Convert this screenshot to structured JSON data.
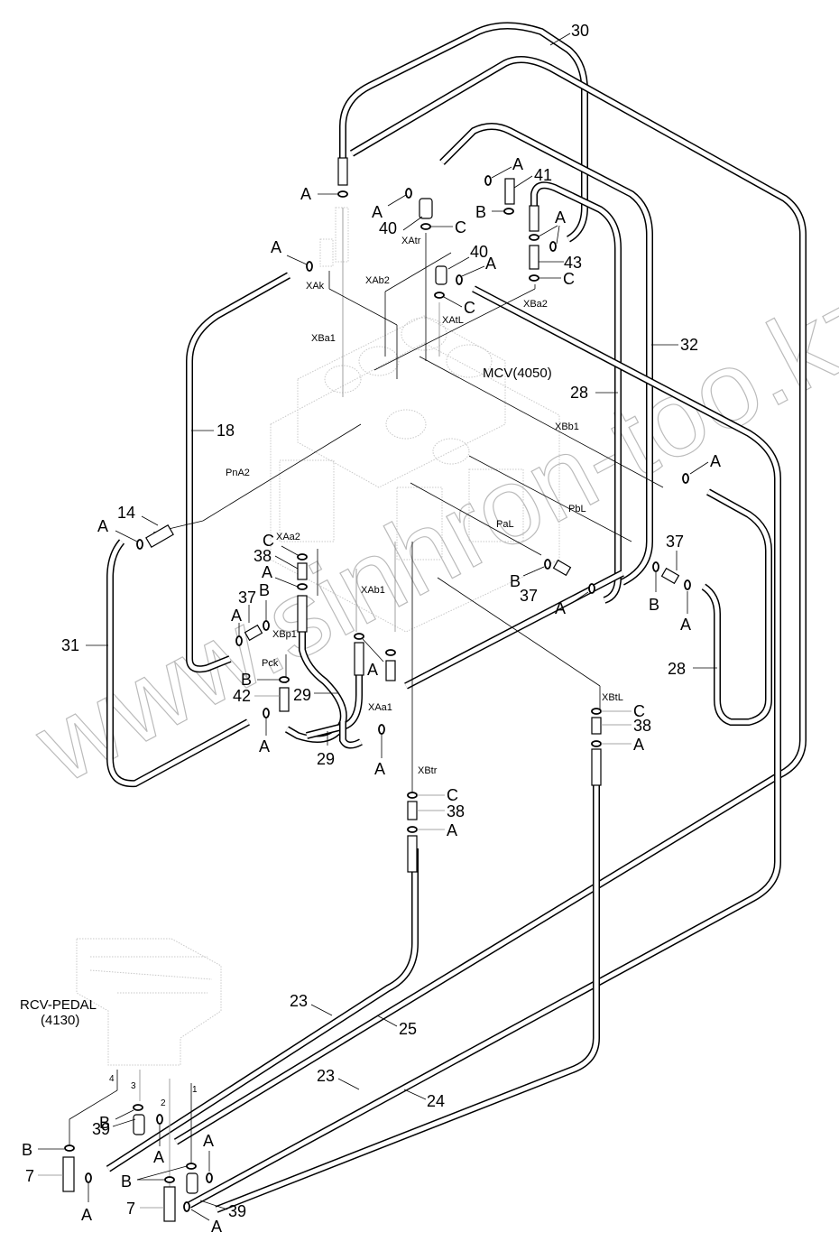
{
  "diagram": {
    "title": "Pilot hose routing — MCV / RCV-Pedal",
    "components": {
      "mcv": {
        "label": "MCV(4050)"
      },
      "rcv_pedal": {
        "label_line1": "RCV-PEDAL",
        "label_line2": "(4130)"
      }
    },
    "watermark": "www.sinhron-too.kz",
    "part_callouts": [
      {
        "id": "c30",
        "text": "30"
      },
      {
        "id": "c41",
        "text": "41"
      },
      {
        "id": "c40a",
        "text": "40"
      },
      {
        "id": "c40b",
        "text": "40"
      },
      {
        "id": "c43",
        "text": "43"
      },
      {
        "id": "c32",
        "text": "32"
      },
      {
        "id": "c28a",
        "text": "28"
      },
      {
        "id": "c18",
        "text": "18"
      },
      {
        "id": "c14",
        "text": "14"
      },
      {
        "id": "c38a",
        "text": "38"
      },
      {
        "id": "c37a",
        "text": "37"
      },
      {
        "id": "c37b",
        "text": "37"
      },
      {
        "id": "c37c",
        "text": "37"
      },
      {
        "id": "c31",
        "text": "31"
      },
      {
        "id": "c42",
        "text": "42"
      },
      {
        "id": "c29a",
        "text": "29"
      },
      {
        "id": "c29b",
        "text": "29"
      },
      {
        "id": "c28b",
        "text": "28"
      },
      {
        "id": "c38b",
        "text": "38"
      },
      {
        "id": "c38c",
        "text": "38"
      },
      {
        "id": "c23a",
        "text": "23"
      },
      {
        "id": "c25",
        "text": "25"
      },
      {
        "id": "c23b",
        "text": "23"
      },
      {
        "id": "c24",
        "text": "24"
      },
      {
        "id": "c39a",
        "text": "39"
      },
      {
        "id": "c39b",
        "text": "39"
      },
      {
        "id": "c7a",
        "text": "7"
      },
      {
        "id": "c7b",
        "text": "7"
      }
    ],
    "seal_letters": {
      "a": "A",
      "b": "B",
      "c": "C"
    },
    "ports": {
      "XAtr": "XAtr",
      "XAk": "XAk",
      "XAb2": "XAb2",
      "XBa1": "XBa1",
      "XAtL": "XAtL",
      "XBa2": "XBa2",
      "XBb1": "XBb1",
      "PnA2": "PnA2",
      "PbL": "PbL",
      "PaL": "PaL",
      "XAa2": "XAa2",
      "XAb1": "XAb1",
      "XBp1": "XBp1",
      "Pck": "Pck",
      "XAa1": "XAa1",
      "XBtL": "XBtL",
      "XBtr": "XBtr"
    },
    "rcv_ports": [
      "1",
      "2",
      "3",
      "4"
    ]
  }
}
